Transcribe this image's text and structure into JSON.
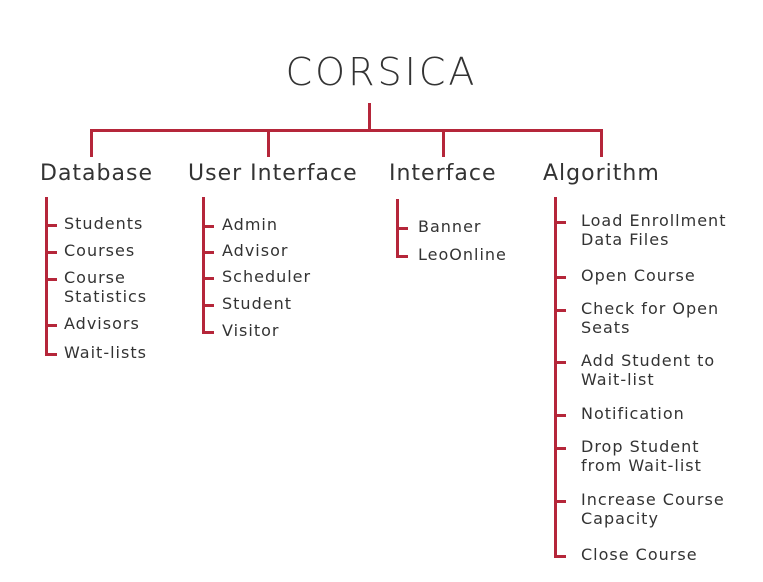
{
  "diagram": {
    "title": "CORSICA",
    "line_color": "#b5263a",
    "text_color": "#333333",
    "branches": [
      {
        "label": "Database",
        "items": [
          "Students",
          "Courses",
          "Course\nStatistics",
          "Advisors",
          "Wait-lists"
        ]
      },
      {
        "label": "User Interface",
        "items": [
          "Admin",
          "Advisor",
          "Scheduler",
          "Student",
          "Visitor"
        ]
      },
      {
        "label": "Interface",
        "items": [
          "Banner",
          "LeoOnline"
        ]
      },
      {
        "label": "Algorithm",
        "items": [
          "Load Enrollment\nData Files",
          "Open Course",
          "Check for Open\nSeats",
          "Add Student to\nWait-list",
          "Notification",
          "Drop Student\nfrom Wait-list",
          "Increase Course\nCapacity",
          "Close Course"
        ]
      }
    ]
  }
}
